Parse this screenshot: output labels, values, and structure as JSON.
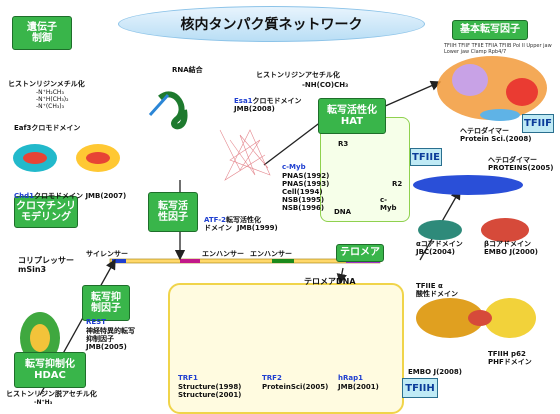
{
  "title": "核内タンパク質ネットワーク",
  "boxes": {
    "gene_control": "遺伝子\n制御",
    "chromatin": "クロマチンリ\nモデリング",
    "transcription_factor": "転写活\n性因子",
    "repressor": "転写抑\n制因子",
    "hdac": "転写抑制化\nHDAC",
    "hat": "転写活性化\nHAT",
    "basic_tf": "基本転写因子",
    "telomere": "テロメア"
  },
  "labels": {
    "histone_methyl": "ヒストンリジンメチル化",
    "methyl_formula": "-N⁺H₂CH₃\n-N⁺H(CH₃)₂\n-N⁺(CH₃)₃",
    "eaf3": "Eaf3クロモドメイン",
    "rna_binding": "RNA結合",
    "chd1_name": "Chd1",
    "chd1_rest": "クロモドメイン JMB(2007)",
    "corepressor": "コリプレッサー\nmSin3",
    "histone_acetyl": "ヒストンリジンアセチル化",
    "acetyl_formula": "-NH(CO)CH₃",
    "esa1_name": "Esa1",
    "esa1_rest": "クロモドメイン\nJMB(2008)",
    "atf2_name": "ATF-2",
    "atf2_rest": "転写活性化\nドメイン  JMB(1999)",
    "cmyb_name": "c-Myb",
    "cmyb_refs": "PNAS(1992)\nPNAS(1993)\nCell(1994)\nNSB(1995)\nNSB(1996)",
    "r3": "R3",
    "r2": "R2",
    "dna": "DNA",
    "cmyb_label": "c-\nMyb",
    "tfiif": "TFIIF",
    "heterodimer1": "ヘテロダイマー\nProtein Sci.(2008)",
    "tfiie": "TFIIE",
    "heterodimer2": "ヘテロダイマー\nPROTEINS(2005)",
    "alpha_core": "αコアドメイン\nJBC(2004)",
    "beta_core": "βコアドメイン\nEMBO J(2000)",
    "tfiie_alpha": "TFIIE α\n酸性ドメイン",
    "embo2008": "EMBO J(2008)",
    "tfiih_p62": "TFIIH p62\nPHFドメイン",
    "tfiih": "TFIIH",
    "silencer": "サイレンサー",
    "enhancer1": "エンハンサー",
    "enhancer2": "エンハンサー",
    "telomere_dna": "テロメアDNA",
    "rest_name": "REST",
    "rest_desc": "神経特異的転写\n抑制因子\nJMB(2005)",
    "histone_deacetyl": "ヒストンリジン脱アセチル化",
    "deacetyl_formula": "-N⁺H₃",
    "trf1_name": "TRF1",
    "trf1_refs": "Structure(1998)\nStructure(2001)",
    "trf2_name": "TRF2",
    "trf2_refs": "ProteinSci(2005)",
    "hrap1_name": "hRap1",
    "hrap1_refs": "JMB(2001)",
    "complex_labels": "TFIIH  TFIIF  TFIIE  TFIIA  TFIIB  Pol II  Upper jaw  Lower jaw  Clamp  Rpb4/7"
  },
  "colors": {
    "box_green": "#39b54a",
    "box_cyan": "#bfeaf5",
    "header_blue": "#b9def5",
    "panel_yellow": "#fffbe0",
    "accent_blue": "#1f3fd0"
  }
}
